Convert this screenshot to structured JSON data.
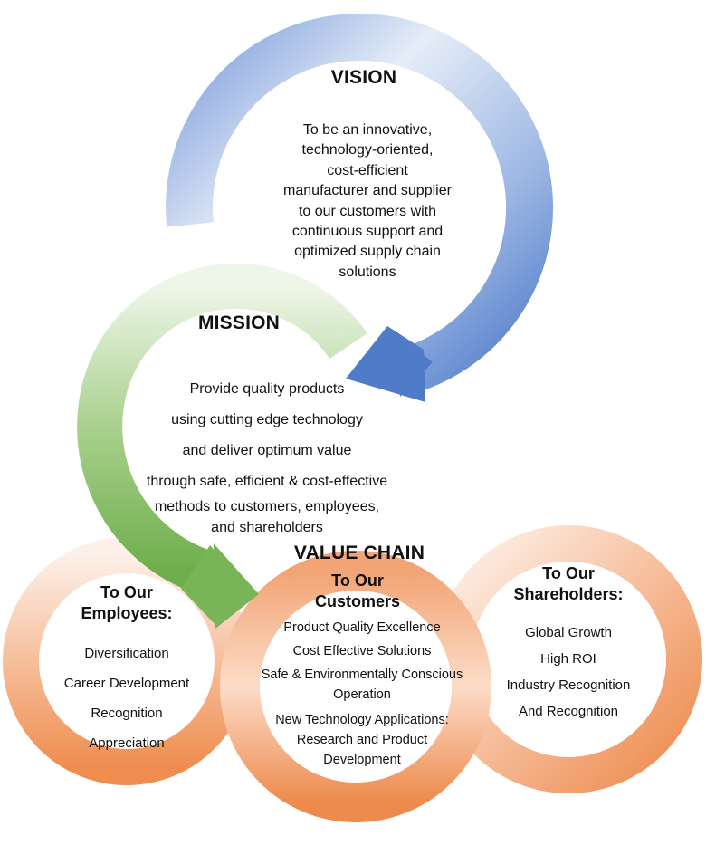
{
  "vision": {
    "title": "VISION",
    "lines": [
      "To be an innovative,",
      "technology-oriented,",
      "cost-efficient",
      "manufacturer and supplier",
      "to our customers with",
      "continuous support and",
      "optimized supply chain",
      "solutions"
    ]
  },
  "mission": {
    "title": "MISSION",
    "lines": [
      "Provide quality products",
      "using cutting edge technology",
      "and deliver optimum value",
      "through safe, efficient & cost-effective",
      "methods to customers, employees,",
      "and shareholders"
    ]
  },
  "value_chain": {
    "title": "VALUE CHAIN",
    "customers": {
      "heading_line1": "To Our",
      "heading_line2": "Customers",
      "items": [
        "Product Quality Excellence",
        "Cost Effective Solutions",
        "Safe & Environmentally Conscious",
        "Operation",
        "New Technology Applications:",
        "Research and Product",
        "Development"
      ]
    }
  },
  "employees": {
    "heading_line1": "To Our",
    "heading_line2": "Employees:",
    "items": [
      "Diversification",
      "Career Development",
      "Recognition",
      "Appreciation"
    ]
  },
  "shareholders": {
    "heading_line1": "To Our",
    "heading_line2": "Shareholders:",
    "items": [
      "Global Growth",
      "High ROI",
      "Industry Recognition",
      "And Recognition"
    ]
  },
  "colors": {
    "vision_arrow_light": "#dde6f4",
    "vision_arrow_dark": "#4f7bc8",
    "mission_arrow_light": "#e6f1dd",
    "mission_arrow_dark": "#79b556",
    "ring_light": "#fbe6da",
    "ring_dark": "#ee8a4c"
  }
}
